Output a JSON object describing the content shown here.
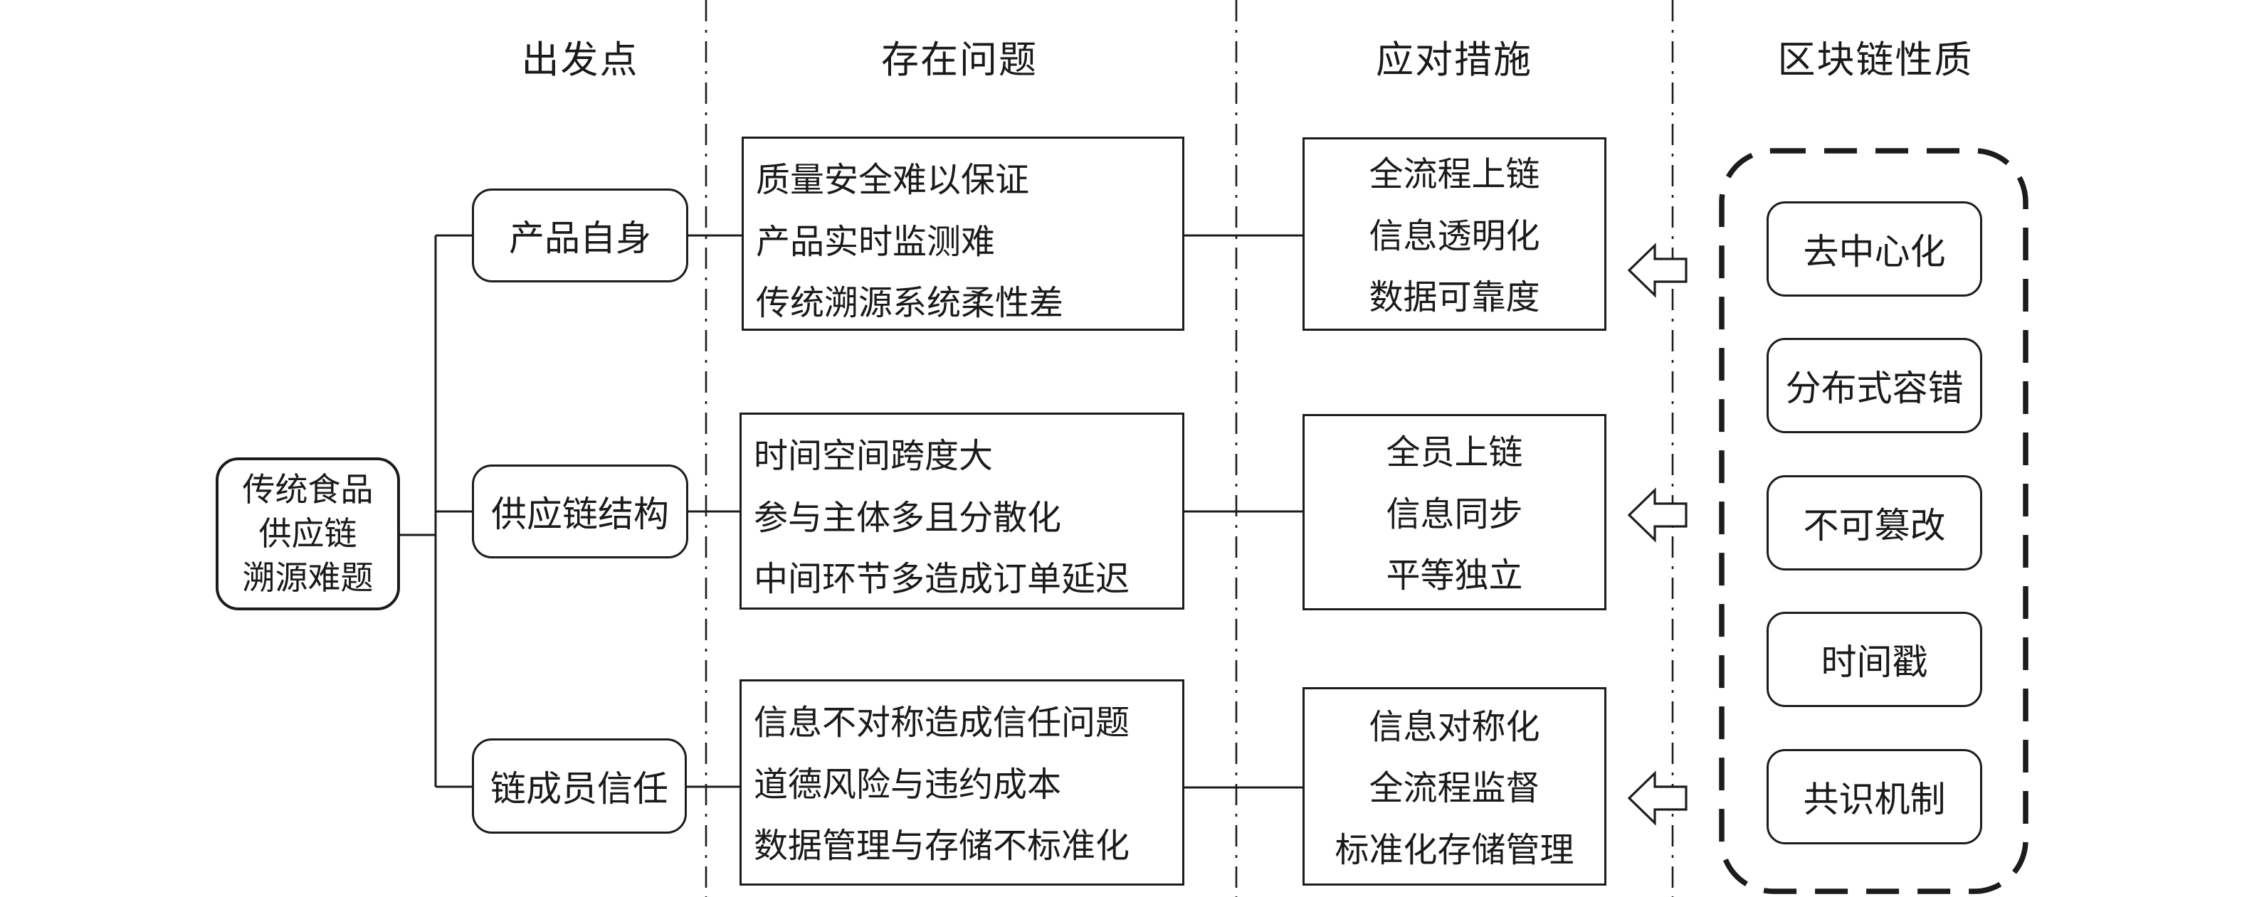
{
  "headers": {
    "origin": "出发点",
    "problems": "存在问题",
    "measures": "应对措施",
    "blockchain": "区块链性质"
  },
  "root": {
    "lines": [
      "传统食品",
      "供应链",
      "溯源难题"
    ]
  },
  "rows": [
    {
      "origin": "产品自身",
      "problems": [
        "质量安全难以保证",
        "产品实时监测难",
        "传统溯源系统柔性差"
      ],
      "measures": [
        "全流程上链",
        "信息透明化",
        "数据可靠度"
      ]
    },
    {
      "origin": "供应链结构",
      "problems": [
        "时间空间跨度大",
        "参与主体多且分散化",
        "中间环节多造成订单延迟"
      ],
      "measures": [
        "全员上链",
        "信息同步",
        "平等独立"
      ]
    },
    {
      "origin": "链成员信任",
      "problems": [
        "信息不对称造成信任问题",
        "道德风险与违约成本",
        "数据管理与存储不标准化"
      ],
      "measures": [
        "信息对称化",
        "全流程监督",
        "标准化存储管理"
      ]
    }
  ],
  "blockchain_properties": [
    "去中心化",
    "分布式容错",
    "不可篡改",
    "时间戳",
    "共识机制"
  ],
  "colors": {
    "ink": "#1c1c1c",
    "background": "#ffffff"
  }
}
